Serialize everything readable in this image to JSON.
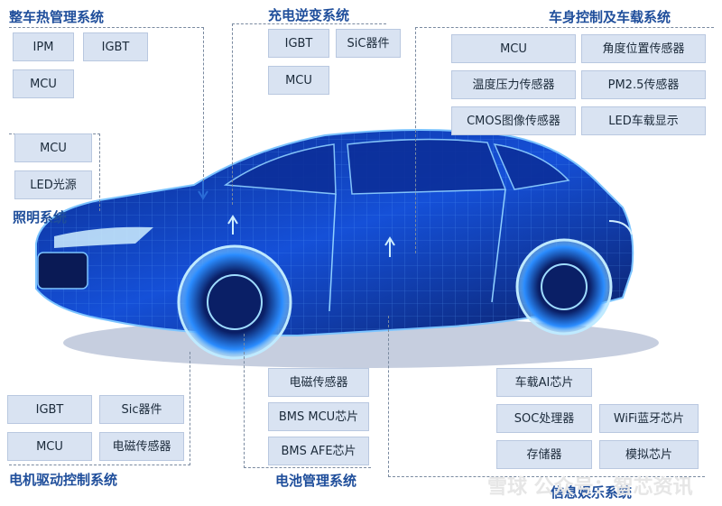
{
  "groups": {
    "thermal": {
      "title": "整车热管理系统",
      "items": [
        "IPM",
        "IGBT",
        "MCU"
      ]
    },
    "charging": {
      "title": "充电逆变系统",
      "items": [
        "IGBT",
        "SiC器件",
        "MCU"
      ]
    },
    "body": {
      "title": "车身控制及车载系统",
      "items": [
        "MCU",
        "角度位置传感器",
        "温度压力传感器",
        "PM2.5传感器",
        "CMOS图像传感器",
        "LED车载显示"
      ]
    },
    "lighting": {
      "title": "照明系统",
      "items": [
        "MCU",
        "LED光源"
      ]
    },
    "motor": {
      "title": "电机驱动控制系统",
      "items": [
        "IGBT",
        "Sic器件",
        "MCU",
        "电磁传感器"
      ]
    },
    "battery": {
      "title": "电池管理系统",
      "items": [
        "电磁传感器",
        "BMS MCU芯片",
        "BMS AFE芯片"
      ]
    },
    "infotainment": {
      "title": "信息娱乐系统",
      "items": [
        "车载AI芯片",
        "SOC处理器",
        "WiFi蓝牙芯片",
        "存储器",
        "模拟芯片"
      ]
    }
  },
  "watermark": "雪球 公众号：智芯资讯",
  "colors": {
    "title": "#1f4e9b",
    "chip_bg": "#d9e3f2",
    "car_glow": "#1a6cff"
  }
}
